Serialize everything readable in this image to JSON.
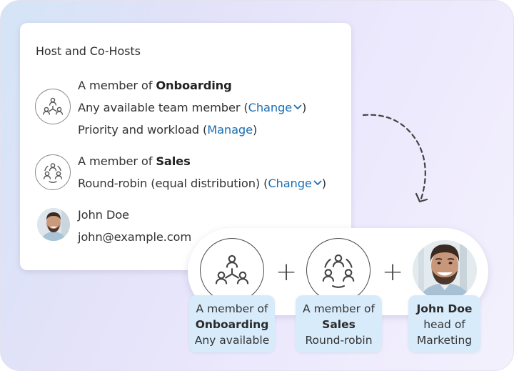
{
  "card": {
    "title": "Host and Co-Hosts",
    "hosts": [
      {
        "icon": "team-tree-icon",
        "prefix": "A member of ",
        "team": "Onboarding",
        "line2_text": "Any available team member (",
        "line2_link": "Change",
        "line2_suffix": ")",
        "line3_text": "Priority and workload (",
        "line3_link": "Manage",
        "line3_suffix": ")"
      },
      {
        "icon": "round-robin-icon",
        "prefix": "A member of ",
        "team": "Sales",
        "line2_text": "Round-robin (equal distribution) (",
        "line2_link": "Change",
        "line2_suffix": ")"
      },
      {
        "icon": "avatar",
        "name": "John Doe",
        "email": "john@example.com"
      }
    ]
  },
  "summary": {
    "plus": "+",
    "tags": [
      {
        "line1": "A member of",
        "line2": "Onboarding",
        "line3": "Any available"
      },
      {
        "line1": "A member of",
        "line2": "Sales",
        "line3": "Round-robin"
      },
      {
        "line1": "John Doe",
        "line2": "head of",
        "line3": "Marketing"
      }
    ]
  },
  "colors": {
    "link": "#1a6fb3",
    "tag_bg": "#d8ebfb",
    "icon_stroke": "#4a4a4a"
  }
}
